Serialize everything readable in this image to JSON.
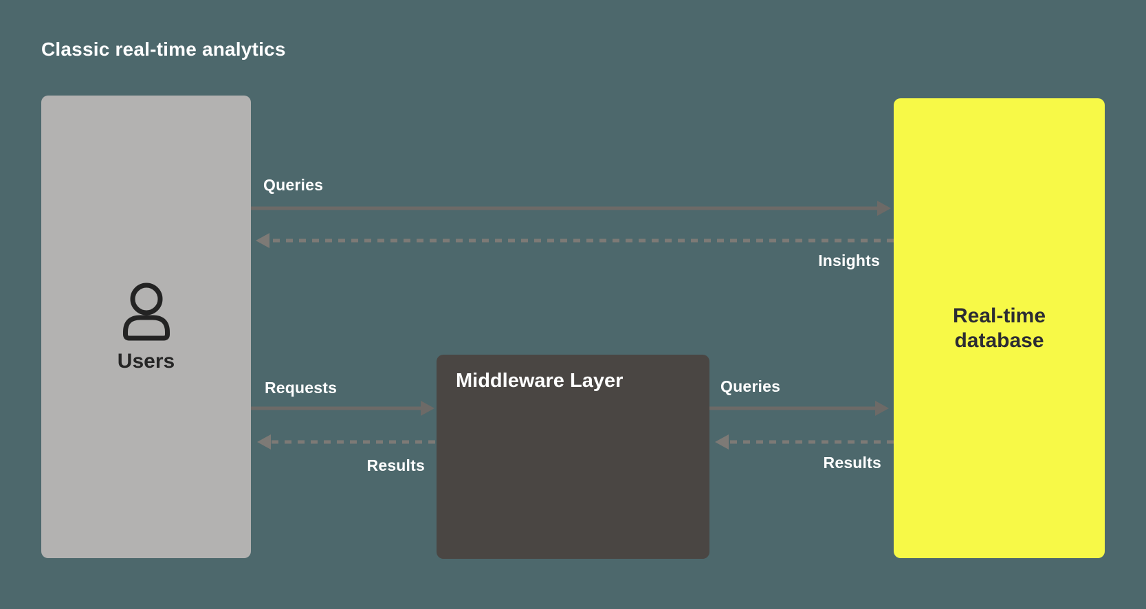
{
  "title": "Classic real-time analytics",
  "nodes": {
    "users": {
      "label": "Users",
      "color": "#b3b2b1",
      "text_color": "#262626",
      "icon": "person-icon"
    },
    "middleware": {
      "label": "Middleware Layer",
      "color": "#4a4643",
      "text_color": "#ffffff"
    },
    "database": {
      "label": "Real-time database",
      "color": "#f7f947",
      "text_color": "#2c2c33"
    }
  },
  "edges": [
    {
      "label": "Queries",
      "from": "users",
      "to": "database",
      "style": "solid"
    },
    {
      "label": "Insights",
      "from": "database",
      "to": "users",
      "style": "dashed"
    },
    {
      "label": "Requests",
      "from": "users",
      "to": "middleware",
      "style": "solid"
    },
    {
      "label": "Results",
      "from": "middleware",
      "to": "users",
      "style": "dashed"
    },
    {
      "label": "Queries",
      "from": "middleware",
      "to": "database",
      "style": "solid"
    },
    {
      "label": "Results",
      "from": "database",
      "to": "middleware",
      "style": "dashed"
    }
  ],
  "colors": {
    "background": "#4d686c",
    "solid_arrow": "#6d6a67",
    "dashed_arrow": "#7d7a76",
    "title_text": "#ffffff",
    "edge_label_text": "#ffffff"
  }
}
